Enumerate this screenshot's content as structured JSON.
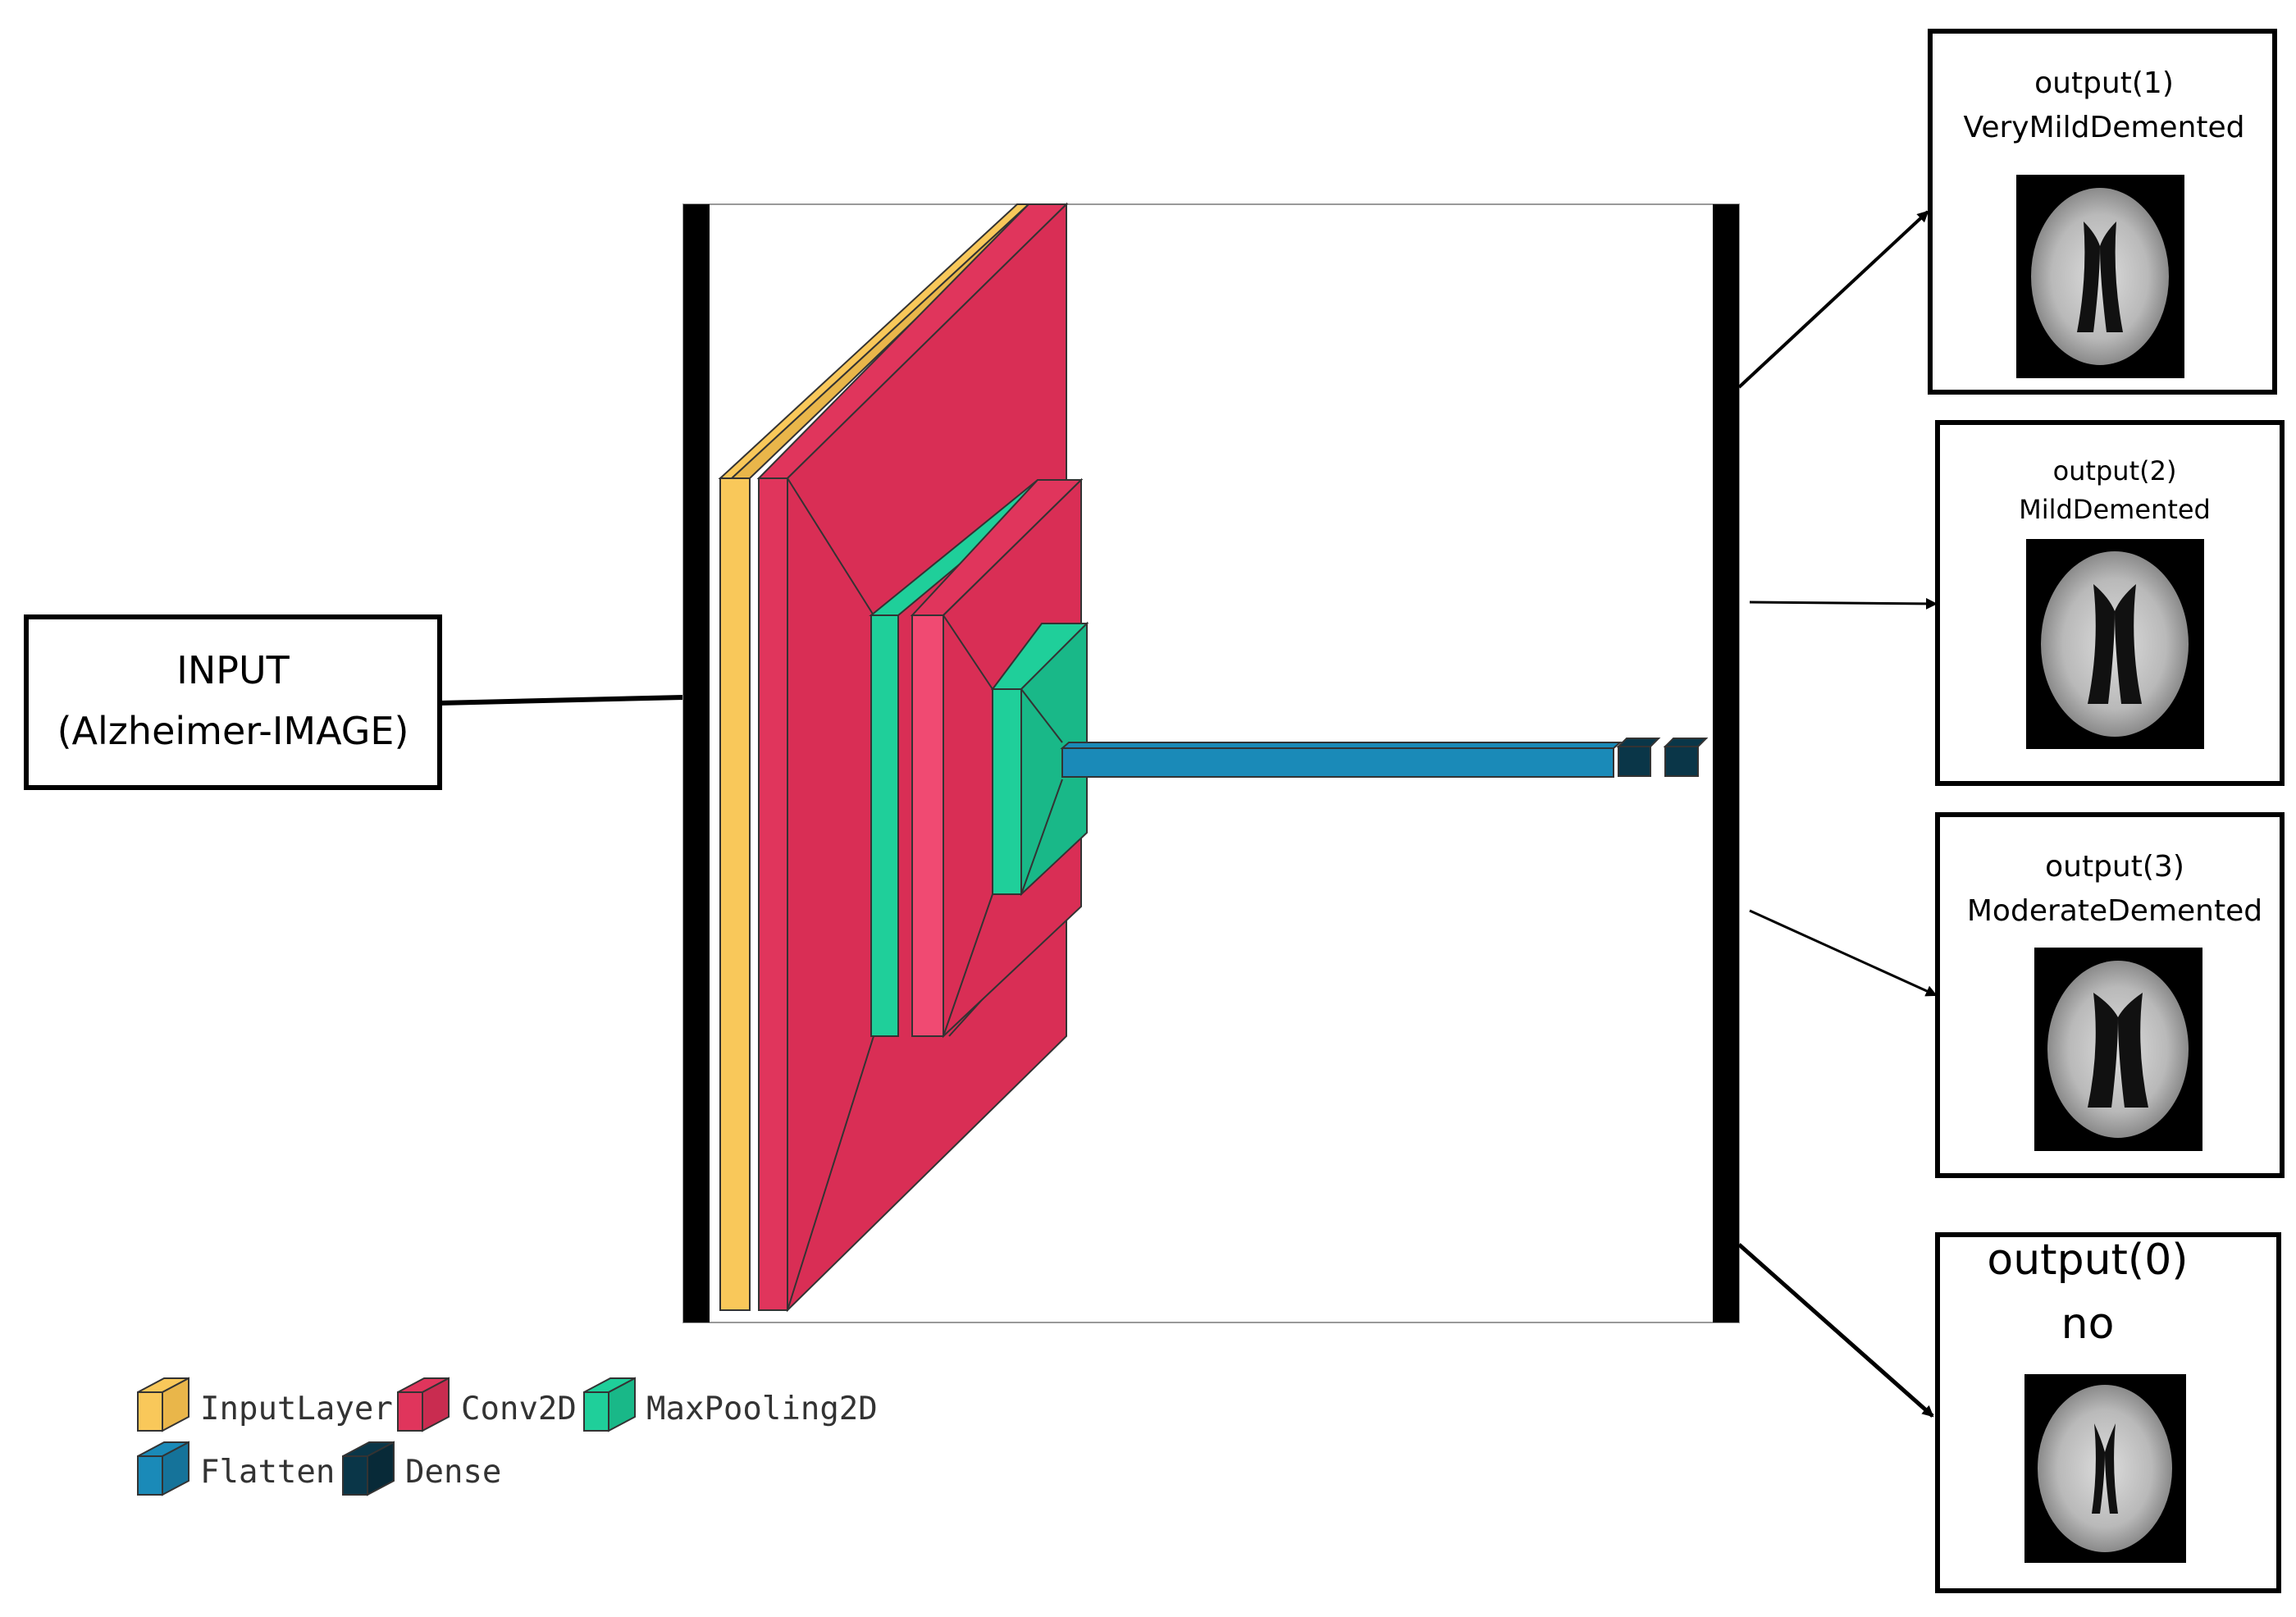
{
  "input_box": {
    "line1": "INPUT",
    "line2": "(Alzheimer-IMAGE)"
  },
  "outputs": [
    {
      "id": "output-1",
      "label": "output(1)",
      "class_name": "VeryMildDemented"
    },
    {
      "id": "output-2",
      "label": "output(2)",
      "class_name": "MildDemented"
    },
    {
      "id": "output-3",
      "label": "output(3)",
      "class_name": "ModerateDemented"
    },
    {
      "id": "output-0",
      "label": "output(0)",
      "class_name": "no"
    }
  ],
  "legend": [
    {
      "id": "inputlayer",
      "label": "InputLayer",
      "color": "#f9c85a"
    },
    {
      "id": "conv2d",
      "label": "Conv2D",
      "color": "#e0355c"
    },
    {
      "id": "maxpooling2d",
      "label": "MaxPooling2D",
      "color": "#1fcf9a"
    },
    {
      "id": "flatten",
      "label": "Flatten",
      "color": "#1a8ab8"
    },
    {
      "id": "dense",
      "label": "Dense",
      "color": "#0a3648"
    }
  ]
}
